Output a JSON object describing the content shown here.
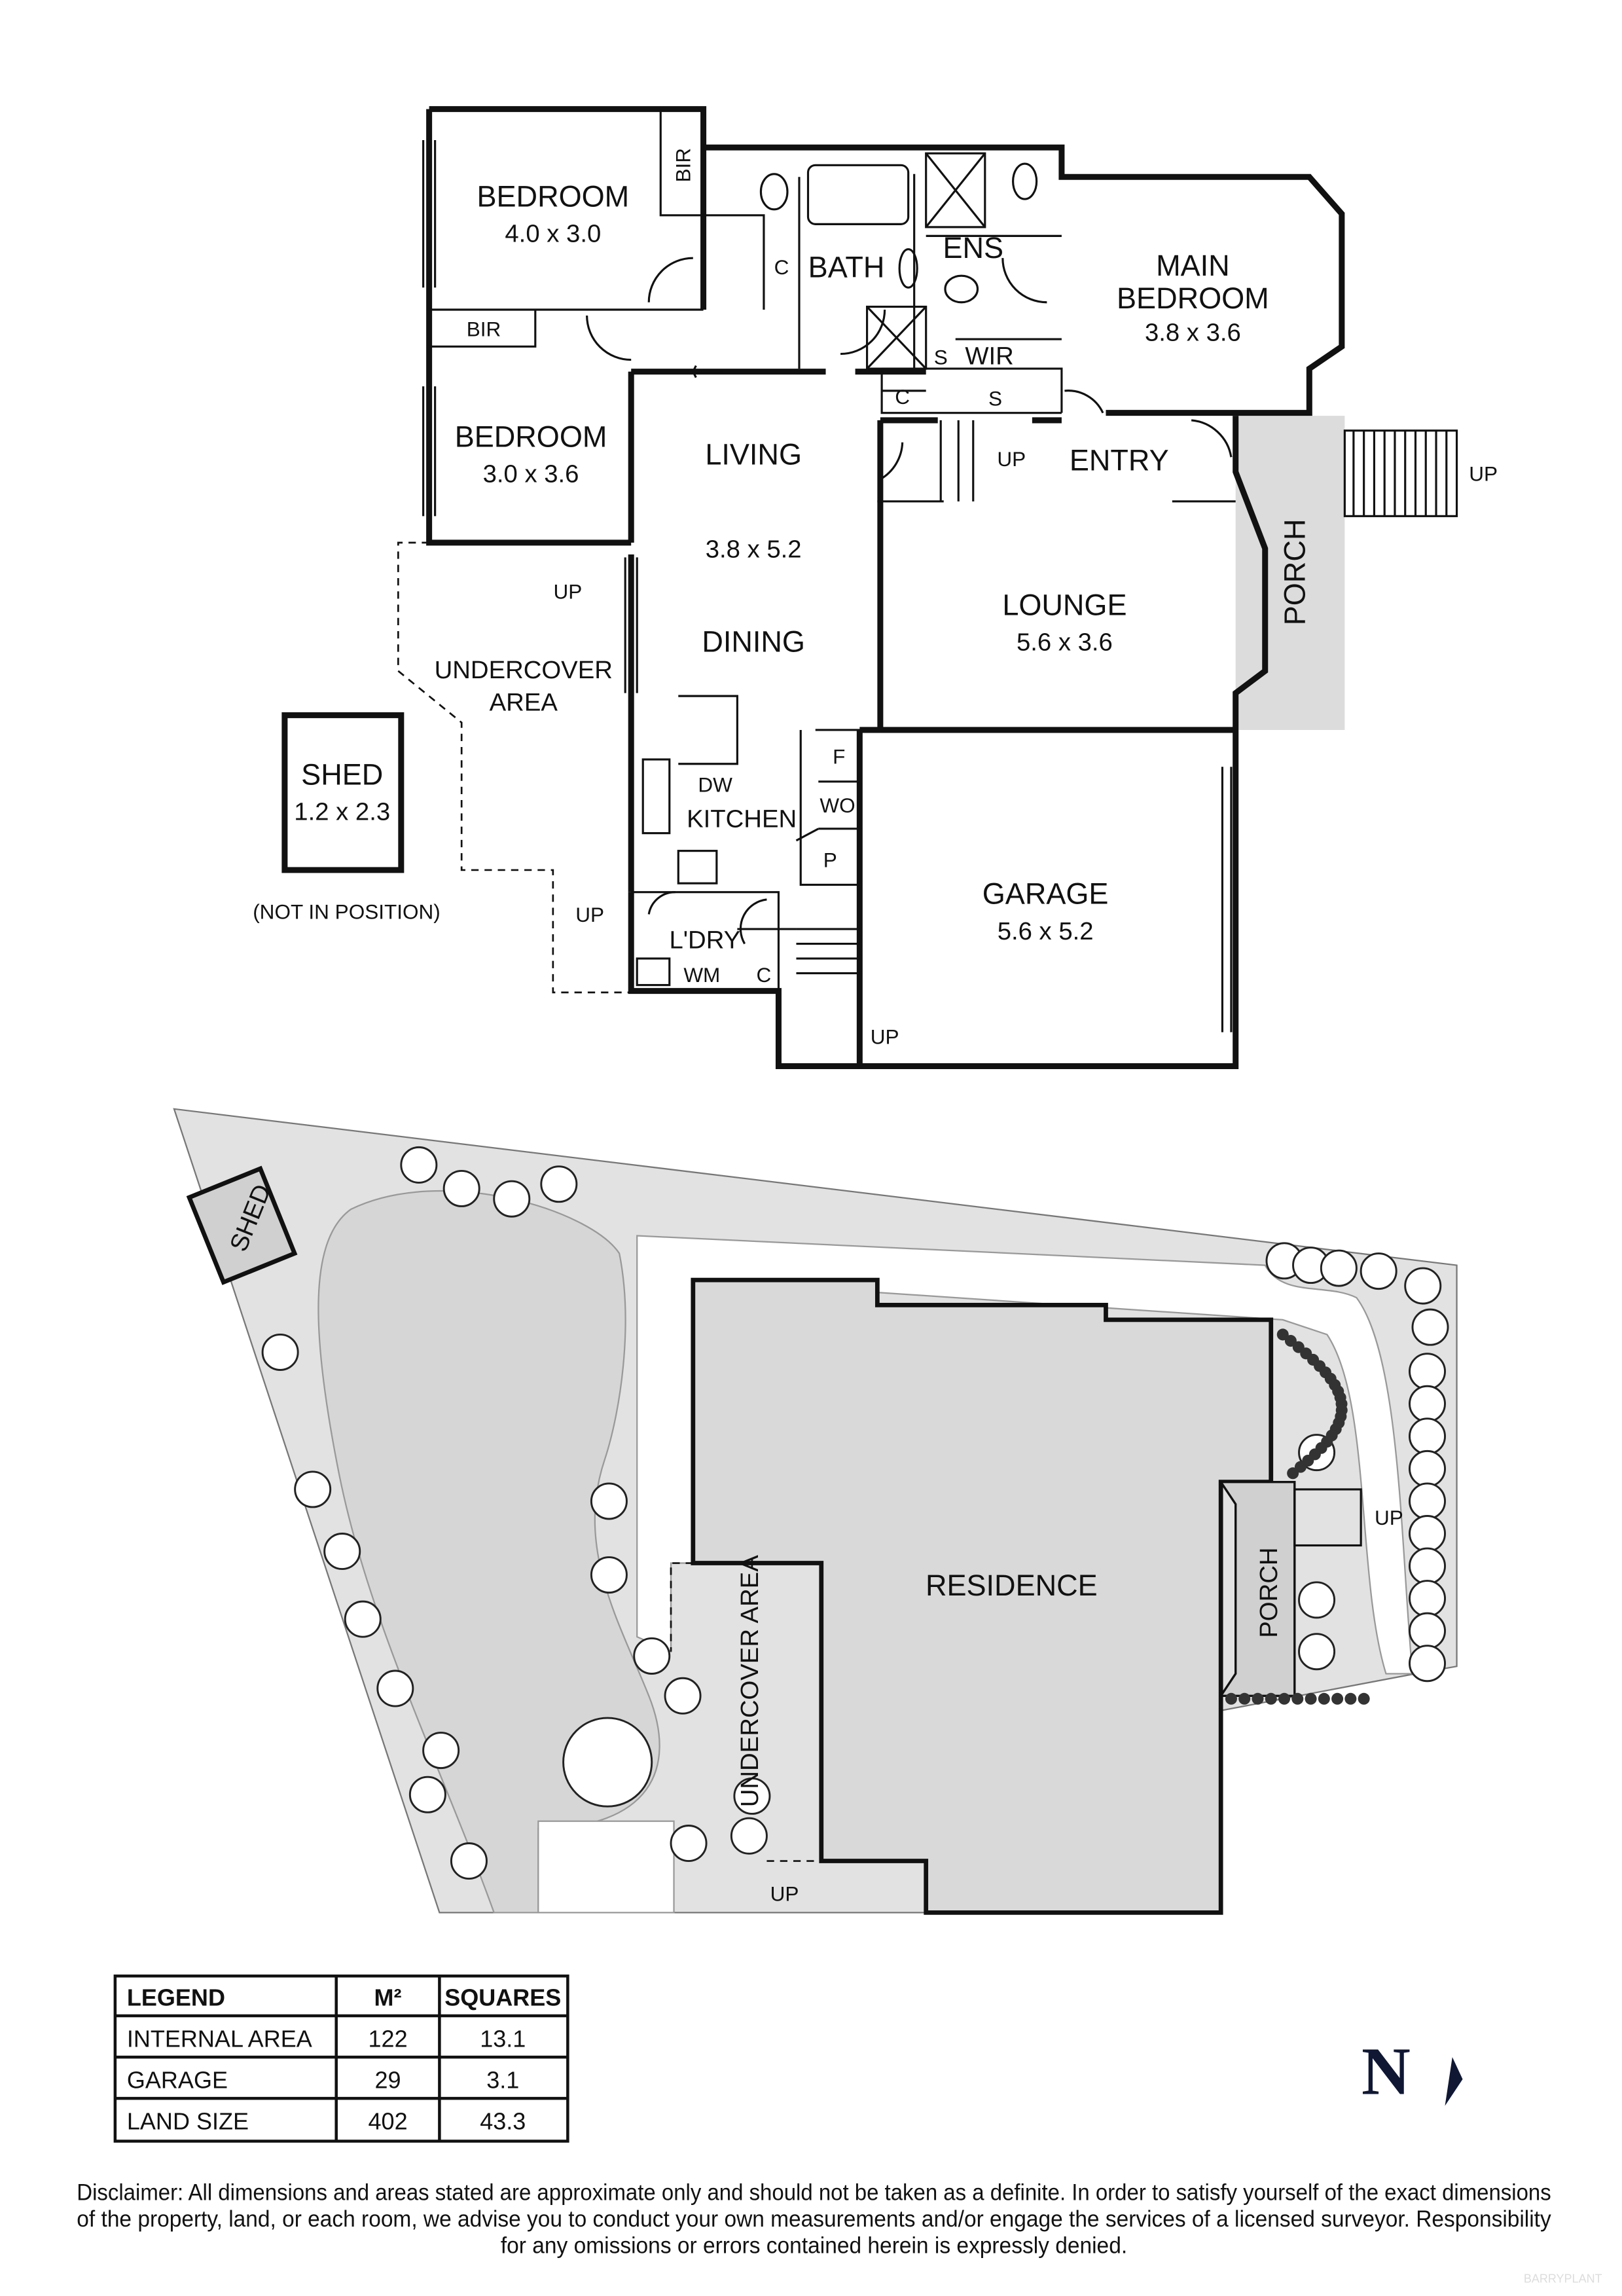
{
  "floorplan": {
    "rooms": [
      {
        "name": "BEDROOM",
        "size": "4.0 x 3.0"
      },
      {
        "name": "BEDROOM",
        "size": "3.0 x 3.6"
      },
      {
        "name": "MAIN",
        "name2": "BEDROOM",
        "size": "3.8 x 3.6"
      },
      {
        "name": "LIVING",
        "size": "3.8 x 5.2"
      },
      {
        "name": "DINING"
      },
      {
        "name": "LOUNGE",
        "size": "5.6 x 3.6"
      },
      {
        "name": "GARAGE",
        "size": "5.6 x 5.2"
      },
      {
        "name": "SHED",
        "size": "1.2 x 2.3"
      }
    ],
    "labels": {
      "bir": "BIR",
      "bath": "BATH",
      "ens": "ENS",
      "wir": "WIR",
      "c": "C",
      "s": "S",
      "entry": "ENTRY",
      "porch": "PORCH",
      "undercover": "UNDERCOVER",
      "area": "AREA",
      "kitchen": "KITCHEN",
      "dw": "DW",
      "f": "F",
      "wo": "WO",
      "p": "P",
      "ldry": "L'DRY",
      "wm": "WM",
      "up": "UP",
      "not_in_position": "(NOT IN POSITION)"
    }
  },
  "siteplan": {
    "residence": "RESIDENCE",
    "shed": "SHED",
    "porch": "PORCH",
    "undercover_area": "UNDERCOVER AREA",
    "up": "UP"
  },
  "legend": {
    "headers": [
      "LEGEND",
      "M²",
      "SQUARES"
    ],
    "rows": [
      [
        "INTERNAL AREA",
        "122",
        "13.1"
      ],
      [
        "GARAGE",
        "29",
        "3.1"
      ],
      [
        "LAND SIZE",
        "402",
        "43.3"
      ]
    ]
  },
  "north": "N",
  "disclaimer": [
    "Disclaimer: All dimensions and areas stated are approximate only and should not be taken as a definite. In order to satisfy yourself of the exact dimensions",
    "of the property, land, or each room, we advise you to conduct your own measurements and/or engage the services of a licensed surveyor. Responsibility",
    "for any omissions or errors contained herein is expressly denied."
  ],
  "watermark": "BARRYPLANT",
  "colors": {
    "site_fill": "#e2e2e2",
    "residence_fill": "#d9d9d9",
    "porch_fill": "#dcdcdc",
    "north_arrow": "#0f1733"
  }
}
